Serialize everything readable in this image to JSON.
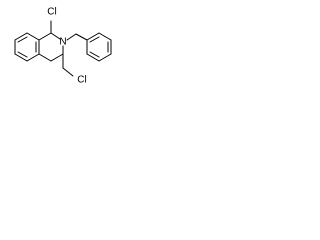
{
  "structure": {
    "atoms": {
      "cl1": "Cl",
      "n": "N",
      "cl2": "Cl"
    }
  }
}
